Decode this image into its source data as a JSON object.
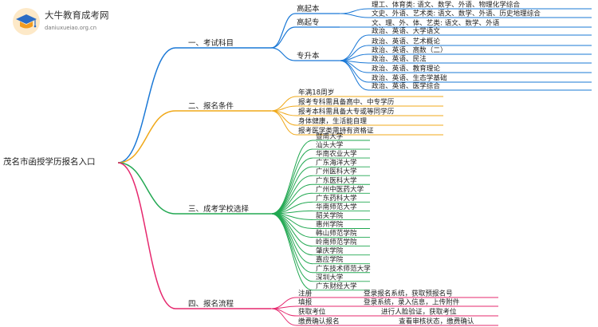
{
  "logo": {
    "title": "大牛教育成考网",
    "url": "daniuxueiao.org.cn"
  },
  "root": "茂名市函授学历报名入口",
  "colors": {
    "b1": "#1a78d6",
    "b2": "#f0a818",
    "b3": "#22a852",
    "b4": "#e6286e"
  },
  "branches": [
    {
      "label": "一、考试科目",
      "groups": [
        {
          "label": "高起本",
          "items": [
            "理工、体育类: 语文、数学、外语、物理化学综合",
            "文史、外语、艺术类: 语文、数学、外语、历史地理综合"
          ]
        },
        {
          "label": "高起专",
          "items": [
            "文、理、外、体、艺类: 语文、数学、外语"
          ]
        },
        {
          "label": "专升本",
          "items": [
            "政治、英语、大学语文",
            "政治、英语、艺术概论",
            "政治、英语、高数（二）",
            "政治、英语、民法",
            "政治、英语、教育理论",
            "政治、英语、生态学基础",
            "政治、英语、医学综合"
          ]
        }
      ]
    },
    {
      "label": "二、报名条件",
      "items": [
        "年满18周岁",
        "报考专科需具备高中、中专学历",
        "报考本科需具备大专或等同学历",
        "身体健康，生活能自理",
        "报考医学类需持有资格证"
      ]
    },
    {
      "label": "三、成考学校选择",
      "items": [
        "暨南大学",
        "汕头大学",
        "华南农业大学",
        "广东海洋大学",
        "广州医科大学",
        "广东医科大学",
        "广州中医药大学",
        "广东药科大学",
        "华南师范大学",
        "韶关学院",
        "惠州学院",
        "韩山师范学院",
        "岭南师范学院",
        "肇庆学院",
        "嘉应学院",
        "广东技术师范大学",
        "深圳大学",
        "广东财经大学"
      ]
    },
    {
      "label": "四、报名流程",
      "items": [
        {
          "step": "注册",
          "desc": "登录报名系统，获取预报名号"
        },
        {
          "step": "填报",
          "desc": "登录系统，录入信息，上传附件"
        },
        {
          "step": "获取考位",
          "desc": "进行人脸验证，获取考位"
        },
        {
          "step": "缴费确认报名",
          "desc": "查看审核状态，缴费确认"
        }
      ]
    }
  ]
}
